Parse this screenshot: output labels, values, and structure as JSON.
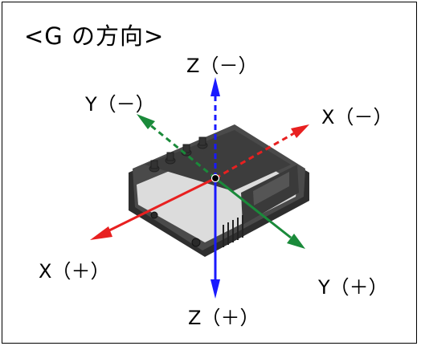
{
  "title": "<G の方向>",
  "axes": {
    "z_minus": "Z（－）",
    "z_plus": "Z（＋）",
    "x_minus": "X（－）",
    "x_plus": "X（＋）",
    "y_minus": "Y（－）",
    "y_plus": "Y（＋）"
  },
  "colors": {
    "z_axis": "#1a1aff",
    "x_axis": "#e82020",
    "y_axis": "#1a8a3a",
    "device_body": "#4a4a4a",
    "device_band": "#dcdcdc"
  }
}
